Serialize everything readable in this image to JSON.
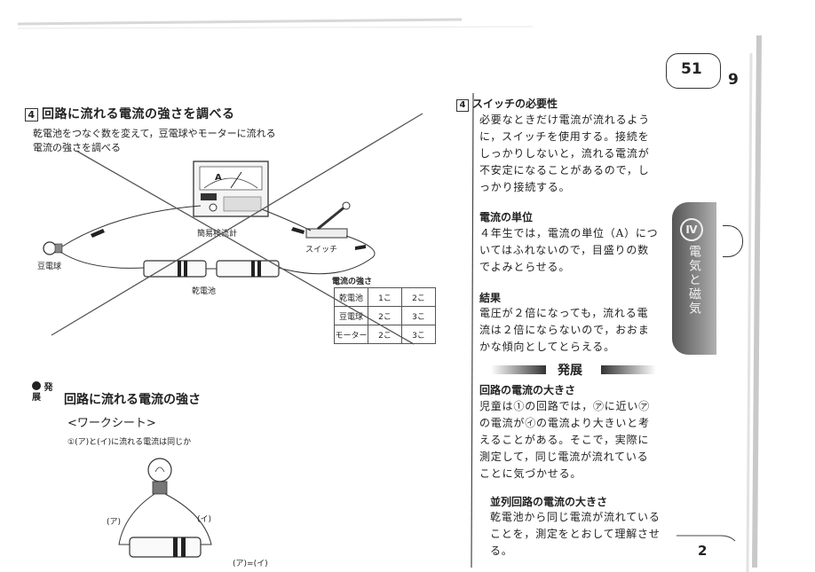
{
  "header": {
    "page_number": "51",
    "side_number": "9",
    "bottom_number": "2"
  },
  "left": {
    "section_num": "4",
    "title": "回路に流れる電流の強さを調べる",
    "desc_line1": "乾電池をつなぐ数を変えて，豆電球やモーターに流れる",
    "desc_line2": "電流の強さを調べる",
    "labels": {
      "meter_letter": "A",
      "meter": "簡易検流計",
      "switch": "スイッチ",
      "bulb": "豆電球",
      "battery": "乾電池"
    },
    "table": {
      "caption": "電流の強さ",
      "rows": [
        [
          "乾電池",
          "1こ",
          "2こ"
        ],
        [
          "豆電球",
          "2こ",
          "3こ"
        ],
        [
          "モーター",
          "2こ",
          "3こ"
        ]
      ]
    },
    "hatten": {
      "badge": "発展",
      "title": "回路に流れる電流の強さ",
      "worksheet": "<ワークシート>",
      "question": "①(ア)と(イ)に流れる電流は同じか",
      "label_a": "(ア)",
      "label_i": "(イ)",
      "equation": "(ア)=(イ)"
    }
  },
  "right": {
    "section_num": "4",
    "sections": [
      {
        "title": "スイッチの必要性",
        "lines": [
          "必要なときだけ電流が流れるよう",
          "に，スイッチを使用する。接続を",
          "しっかりしないと，流れる電流が",
          "不安定になることがあるので，し",
          "っかり接続する。"
        ]
      },
      {
        "title": "電流の単位",
        "lines": [
          "４年生では，電流の単位（A）につ",
          "いてはふれないので，目盛りの数",
          "でよみとらせる。"
        ]
      },
      {
        "title": "結果",
        "lines": [
          "電圧が２倍になっても，流れる電",
          "流は２倍にならないので，おおま",
          "かな傾向としてとらえる。"
        ]
      },
      {
        "title": "回路の電流の大きさ",
        "lines": [
          "児童は①の回路では，㋐に近い㋐",
          "の電流が㋑の電流より大きいと考",
          "えることがある。そこで，実際に",
          "測定して，同じ電流が流れている",
          "ことに気づかせる。"
        ]
      },
      {
        "title": "並列回路の電流の大きさ",
        "lines": [
          "乾電池から同じ電流が流れている",
          "ことを，測定をとおして理解させ",
          "る。"
        ]
      }
    ],
    "hatten_label": "発展",
    "tab_numeral": "Ⅳ",
    "tab_text": "電気と磁気"
  }
}
